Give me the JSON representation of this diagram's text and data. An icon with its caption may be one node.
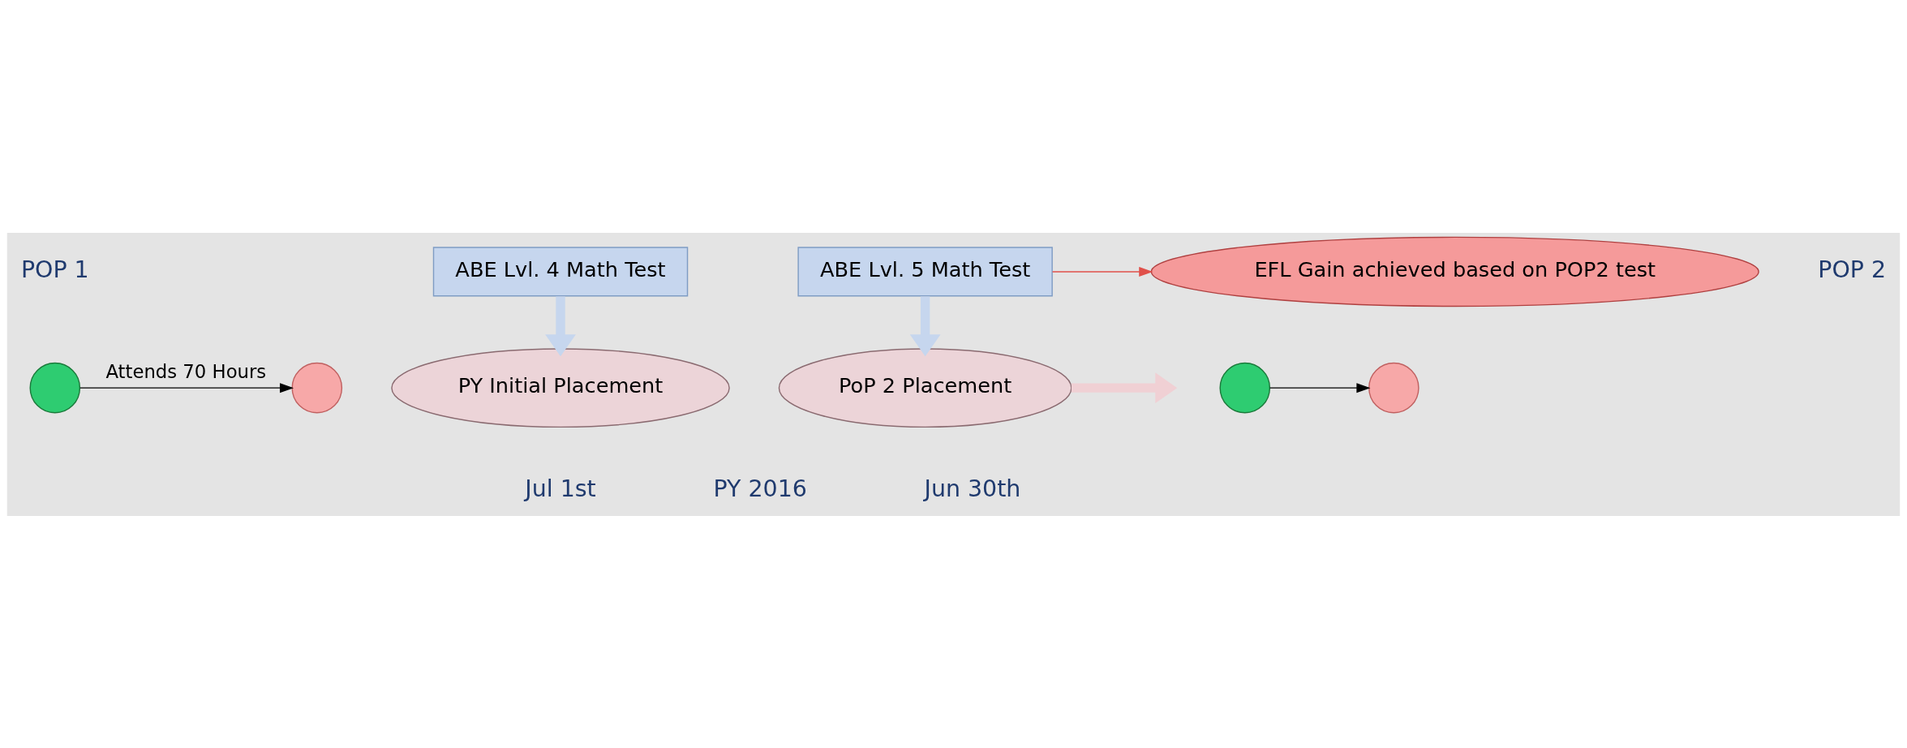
{
  "diagram": {
    "nodes": [
      {
        "text": [],
        "shape": "circle"
      },
      {
        "text": [],
        "shape": "circle"
      },
      {
        "text": [
          "ABE Lvl. 4 Math Test"
        ]
      },
      {
        "text": [
          "PY Initial Placement"
        ]
      },
      {
        "text": [
          "EFL Gain achieved based on POP2 test"
        ]
      },
      {
        "text": [],
        "shape": "circle"
      },
      {
        "text": [],
        "shape": "circle"
      },
      {
        "text": [
          "ABE Lvl. 5 Math Test"
        ]
      },
      {
        "text": [
          "PoP 2 Placement"
        ]
      }
    ],
    "edges": [
      {
        "from": 0,
        "to": 1,
        "arrow": "to",
        "label": "Attends 70 Hours"
      },
      {
        "from": 5,
        "to": 6,
        "arrow": "to"
      },
      {
        "from": 2,
        "to": 3,
        "arrow": "to",
        "style": "thick",
        "color": "#c6d6ee"
      },
      {
        "from": 7,
        "to": 8,
        "arrow": "to",
        "style": "thick",
        "color": "#c6d6ee"
      },
      {
        "from": 7,
        "to": 4,
        "arrow": "to",
        "color": "#e0504a"
      },
      {
        "from": 8,
        "to": null,
        "arrow": "to",
        "style": "thick",
        "color": "#f0d0d4"
      }
    ],
    "labels": [
      "POP 1",
      "POP 2",
      "Jul 1st",
      "PY 2016",
      "Jun 30th"
    ]
  }
}
